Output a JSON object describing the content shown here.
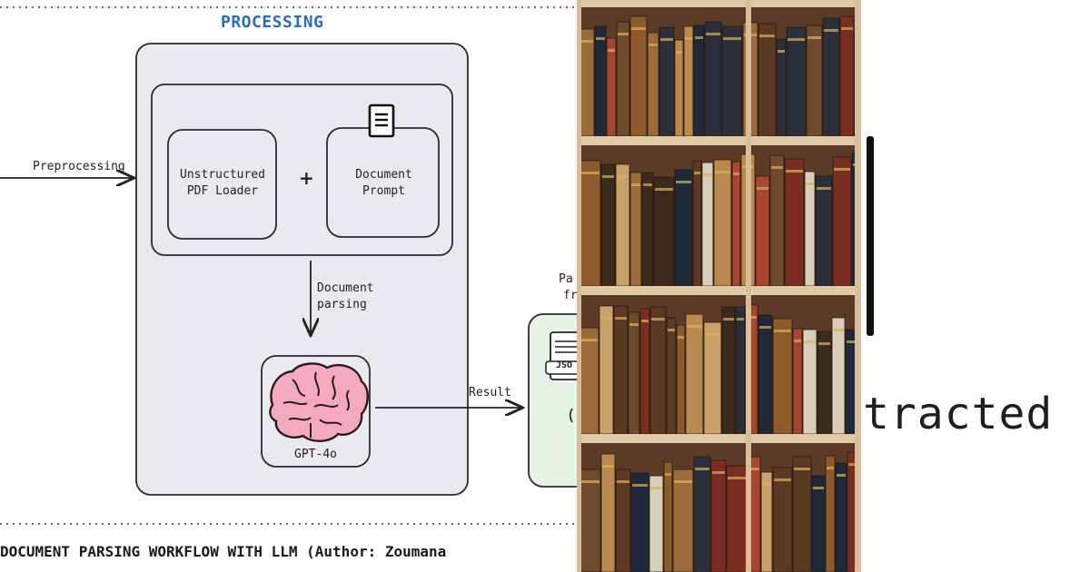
{
  "diagram": {
    "section_title": "PROCESSING",
    "preprocessing_label": "Preprocessing",
    "loader_label": "Unstructured\nPDF Loader",
    "plus_sign": "+",
    "prompt_label": "Document\nPrompt",
    "parsing_label": "Document\nparsing",
    "model_label": "GPT-4o",
    "result_label": "Result",
    "output_partial_line1": "Pa",
    "output_partial_line2": "fr",
    "output_partial_json": "JSO",
    "caption": "DOCUMENT PARSING WORKFLOW WITH LLM (Author: Zoumana"
  },
  "right_panel": {
    "big_word": "tracted"
  },
  "colors": {
    "title_blue": "#2a6ebb",
    "processing_box_fill": "#e8eaee",
    "output_box_fill": "#e6f4e6",
    "brain_pink": "#f4a9bf",
    "ink": "#222222"
  },
  "icons": {
    "document": "document-icon",
    "brain": "brain-icon",
    "json_file": "json-file-icon"
  }
}
